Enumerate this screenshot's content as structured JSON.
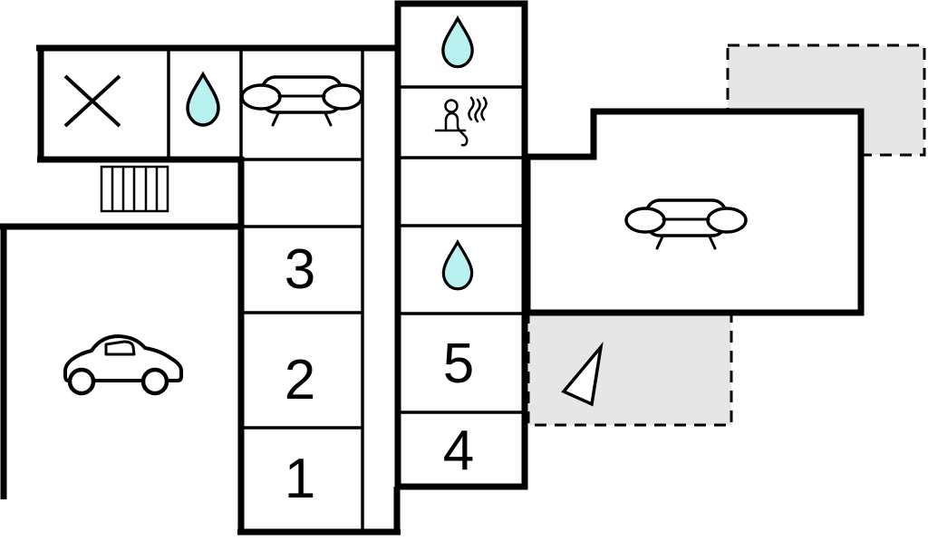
{
  "floorplan": {
    "type": "floor-plan",
    "room_labels": {
      "r1": "1",
      "r2": "2",
      "r3": "3",
      "r4": "4",
      "r5": "5"
    },
    "colors": {
      "wall": "#000000",
      "water_fill": "#b9f1f1",
      "terrace_fill": "#e6e6e6",
      "room_fill": "#ffffff",
      "label_color": "#000000"
    },
    "icons": {
      "cross": "x-lines",
      "water_drop": "teardrop",
      "sofa": "sofa-outline",
      "sauna": "person-with-steam",
      "car": "car-side-outline",
      "stairs": "hatched-bars",
      "north_arrow": "triangle-pointer"
    }
  }
}
